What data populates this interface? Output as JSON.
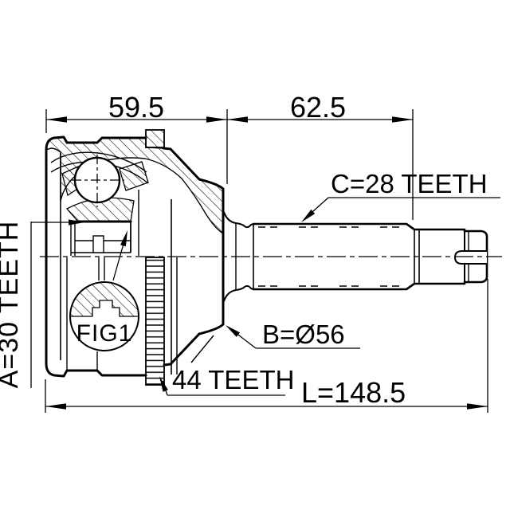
{
  "figure": {
    "background_color": "#ffffff",
    "line_color": "#000000"
  },
  "dims": {
    "width_joint": "59.5",
    "width_shaft": "62.5",
    "overall_length": "L=148.5"
  },
  "labels": {
    "spline_c": "C=28 TEETH",
    "spline_a": "A=30 TEETH",
    "diameter_b": "B=Ø56",
    "abs_teeth": "44 TEETH",
    "figure_ref": "FIG1"
  }
}
